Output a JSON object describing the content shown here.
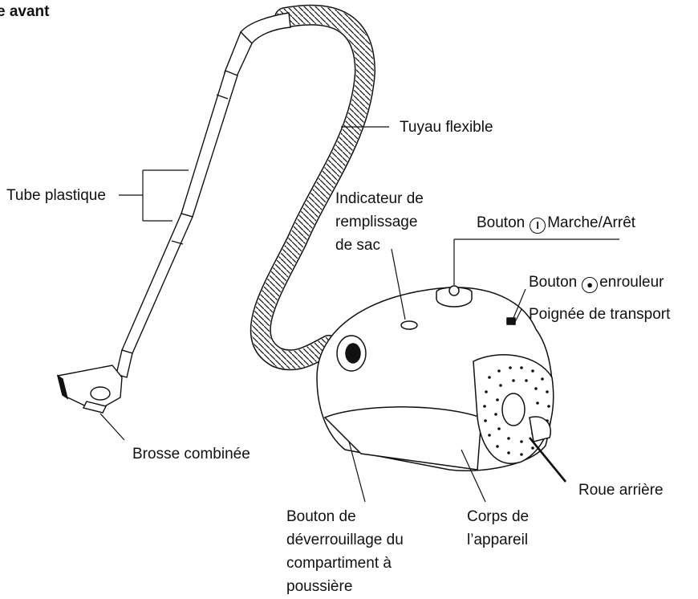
{
  "heading": "e avant",
  "labels": {
    "tube": "Tube plastique",
    "hose": "Tuyau flexible",
    "indicator": [
      "Indicateur de",
      "remplissage",
      "de sac"
    ],
    "power_button_prefix": "Bouton",
    "power_button_suffix": "Marche/Arrêt",
    "power_icon": "power-icon",
    "reel_button_prefix": "Bouton",
    "reel_button_suffix": "enrouleur",
    "reel_icon": "cord-reel-icon",
    "handle": "Poignée de transport",
    "brush": "Brosse combinée",
    "release": [
      "Bouton de",
      "déverrouillage du",
      "compartiment à",
      "poussière"
    ],
    "body": [
      "Corps de",
      "l’appareil"
    ],
    "wheel": "Roue arrière"
  }
}
